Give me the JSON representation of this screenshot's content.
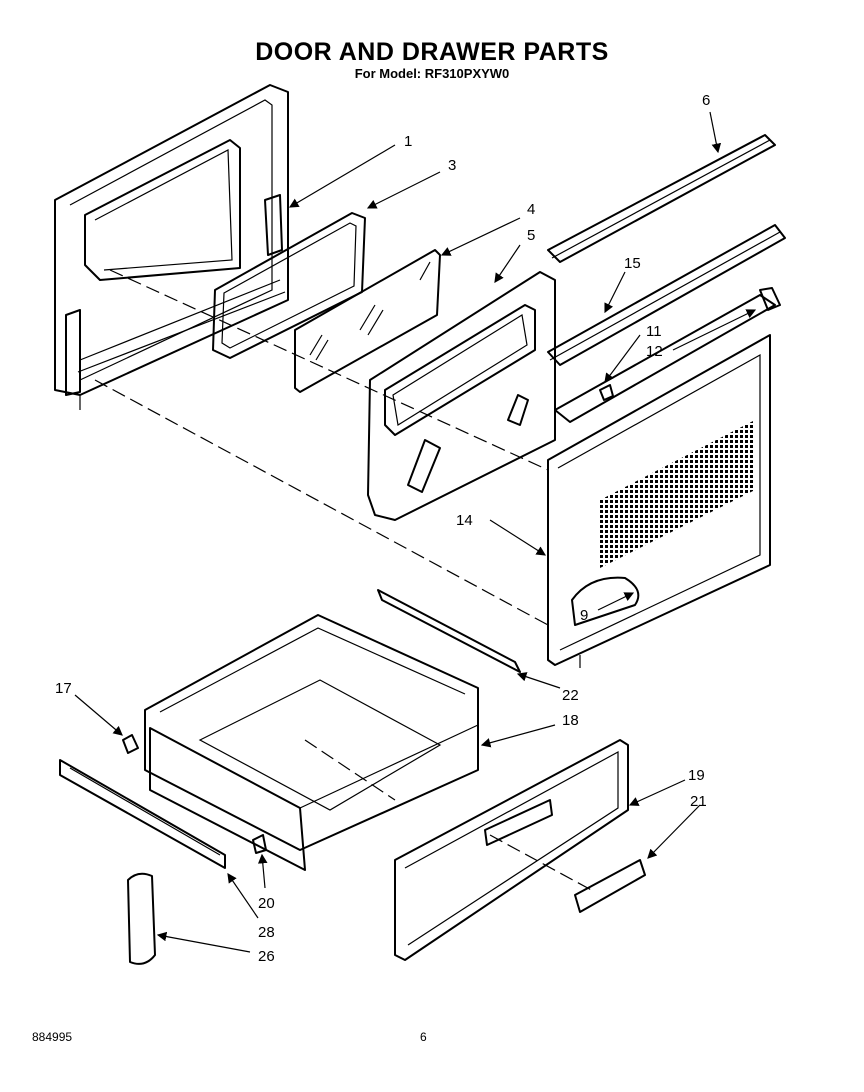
{
  "title": "DOOR AND DRAWER PARTS",
  "subtitle": "For Model: RF310PXYW0",
  "doc_number": "884995",
  "page_number": "6",
  "callouts": [
    "1",
    "3",
    "4",
    "5",
    "6",
    "15",
    "11",
    "12",
    "14",
    "9",
    "17",
    "22",
    "18",
    "19",
    "21",
    "20",
    "28",
    "26"
  ]
}
